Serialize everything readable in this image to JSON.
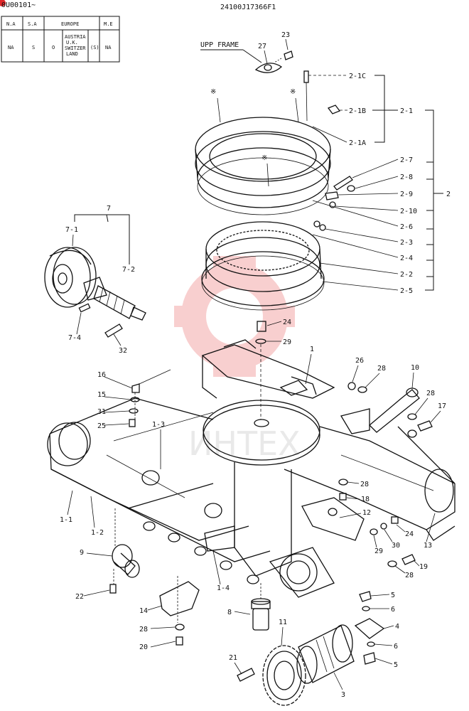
{
  "header": {
    "serial_left": "0U00101~",
    "drawing_no": "24100J17366F1"
  },
  "region_table": {
    "headers": [
      "N.A",
      "S.A",
      "EUROPE",
      "M.E"
    ],
    "row": [
      "NA",
      "S",
      "O",
      "AUSTRIA",
      "U.K.",
      "SWITZER",
      "LAND",
      "(S)",
      "NA"
    ]
  },
  "notes": {
    "upp_frame": "UPP FRAME",
    "ref_mark": "※"
  },
  "callouts": {
    "p23": "23",
    "p27": "27",
    "p2_1C": "2-1C",
    "p2_1B": "2-1B",
    "p2_1A": "2-1A",
    "p2_1": "2-1",
    "p2_7": "2-7",
    "p2_8": "2-8",
    "p2_9": "2-9",
    "p2": "2",
    "p2_10": "2-10",
    "p2_6": "2-6",
    "p2_3": "2-3",
    "p2_4": "2-4",
    "p2_2": "2-2",
    "p2_5": "2-5",
    "p7": "7",
    "p7_1": "7-1",
    "p7_2": "7-2",
    "p7_4": "7-4",
    "p32": "32",
    "p24a": "24",
    "p29a": "29",
    "p1": "1",
    "p26": "26",
    "p28a": "28",
    "p10": "10",
    "p28b": "28",
    "p17": "17",
    "p16": "16",
    "p15": "15",
    "p31": "31",
    "p25": "25",
    "p1_3": "1-3",
    "p28c": "28",
    "p18": "18",
    "p12": "12",
    "p24b": "24",
    "p30": "30",
    "p29b": "29",
    "p13": "13",
    "p28d": "28",
    "p19": "19",
    "p1_1": "1-1",
    "p1_2": "1-2",
    "p9": "9",
    "p22": "22",
    "p1_4": "1-4",
    "p8": "8",
    "p14": "14",
    "p28e": "28",
    "p20": "20",
    "p11": "11",
    "p21": "21",
    "p3": "3",
    "p5a": "5",
    "p6a": "6",
    "p4": "4",
    "p6b": "6",
    "p5b": "5"
  },
  "watermark": {
    "text": "ИНТЕХ",
    "color": "#f0b6b6"
  }
}
